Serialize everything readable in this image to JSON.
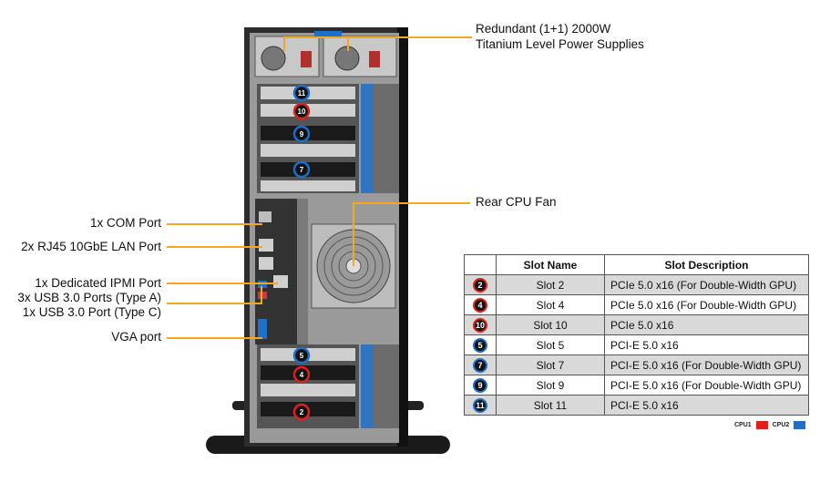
{
  "callouts": {
    "psu_line1": "Redundant (1+1) 2000W",
    "psu_line2": "Titanium Level Power Supplies",
    "rear_fan": "Rear CPU Fan",
    "com": "1x COM Port",
    "lan": "2x RJ45 10GbE LAN Port",
    "ipmi": "1x Dedicated IPMI Port",
    "usb_a": "3x USB 3.0 Ports (Type A)",
    "usb_c": "1x USB 3.0 Port (Type C)",
    "vga": "VGA port"
  },
  "slot_labels_on_chassis": [
    "11",
    "10",
    "9",
    "7",
    "5",
    "4",
    "2"
  ],
  "table": {
    "headers": [
      "Slot Name",
      "Slot Description"
    ],
    "rows": [
      {
        "num": "2",
        "cpu": "CPU1",
        "name": "Slot 2",
        "desc": "PCIe 5.0 x16 (For Double-Width GPU)"
      },
      {
        "num": "4",
        "cpu": "CPU1",
        "name": "Slot 4",
        "desc": "PCIe 5.0 x16 (For Double-Width GPU)"
      },
      {
        "num": "10",
        "cpu": "CPU1",
        "name": "Slot 10",
        "desc": "PCIe 5.0 x16"
      },
      {
        "num": "5",
        "cpu": "CPU2",
        "name": "Slot 5",
        "desc": "PCI-E 5.0 x16"
      },
      {
        "num": "7",
        "cpu": "CPU2",
        "name": "Slot 7",
        "desc": "PCI-E 5.0 x16 (For Double-Width GPU)"
      },
      {
        "num": "9",
        "cpu": "CPU2",
        "name": "Slot 9",
        "desc": "PCI-E 5.0 x16 (For Double-Width GPU)"
      },
      {
        "num": "11",
        "cpu": "CPU2",
        "name": "Slot 11",
        "desc": "PCI-E 5.0 x16"
      }
    ]
  },
  "legend": {
    "cpu1": "CPU1",
    "cpu2": "CPU2"
  },
  "colors": {
    "cpu1": "#e0201b",
    "cpu2": "#1e6fc8",
    "leader": "#f5a623"
  }
}
